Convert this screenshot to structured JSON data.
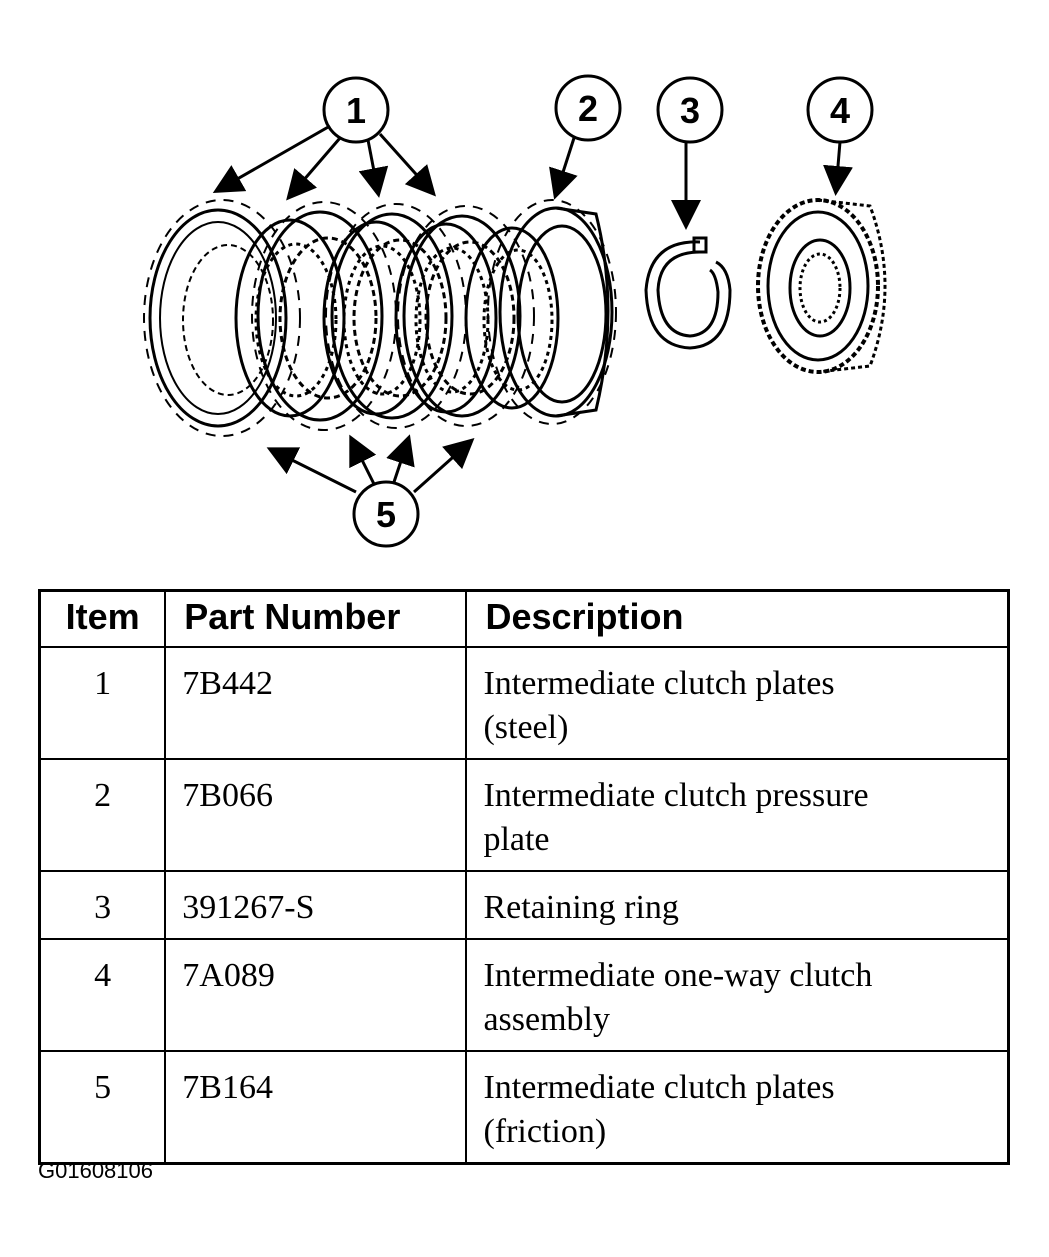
{
  "callouts": [
    "1",
    "2",
    "3",
    "4",
    "5"
  ],
  "table": {
    "headers": [
      "Item",
      "Part Number",
      "Description"
    ],
    "rows": [
      {
        "item": "1",
        "part_number": "7B442",
        "description_line1": "Intermediate clutch plates",
        "description_line2": "(steel)"
      },
      {
        "item": "2",
        "part_number": "7B066",
        "description_line1": "Intermediate clutch pressure",
        "description_line2": "plate"
      },
      {
        "item": "3",
        "part_number": "391267-S",
        "description_line1": "Retaining ring",
        "description_line2": ""
      },
      {
        "item": "4",
        "part_number": "7A089",
        "description_line1": "Intermediate one-way clutch",
        "description_line2": "assembly"
      },
      {
        "item": "5",
        "part_number": "7B164",
        "description_line1": "Intermediate clutch plates",
        "description_line2": "(friction)"
      }
    ]
  },
  "figure_id": "G01608106"
}
